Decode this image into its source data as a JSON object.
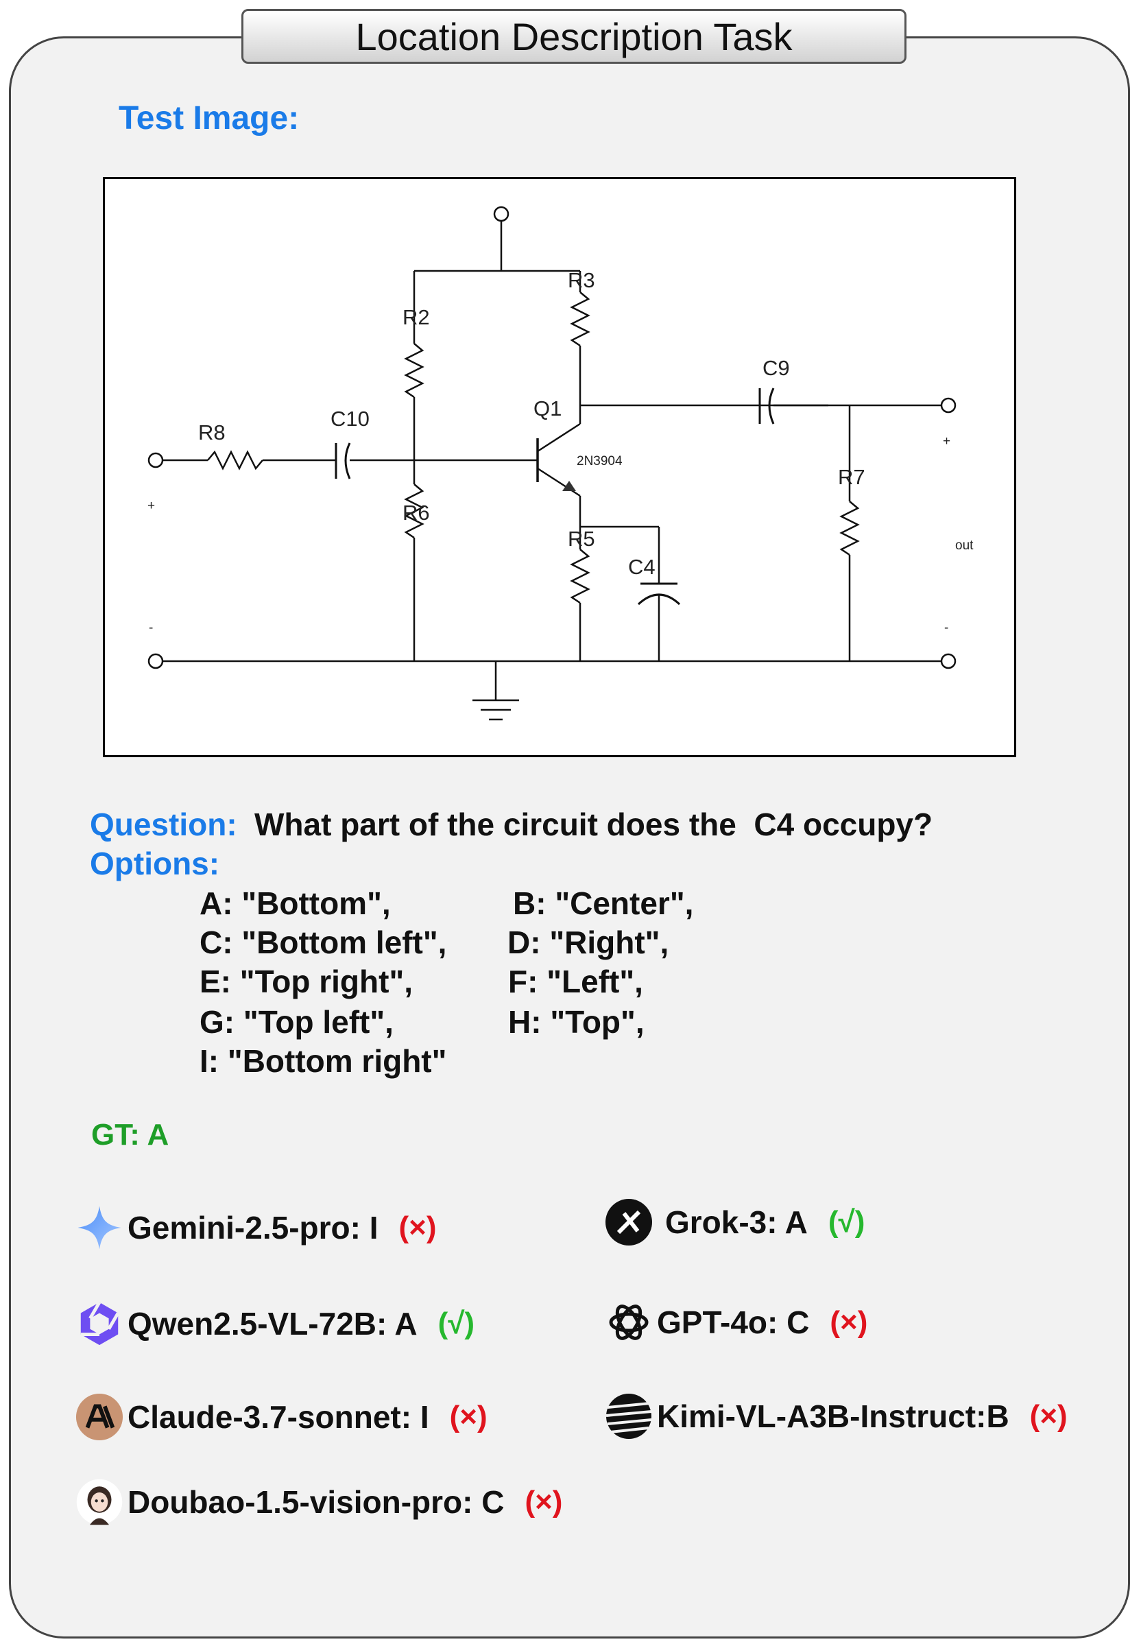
{
  "title": "Location Description Task",
  "test_image_label": "Test Image:",
  "circuit": {
    "labels": [
      "R8",
      "C10",
      "R2",
      "R6",
      "R3",
      "Q1",
      "2N3904",
      "R5",
      "C4",
      "C9",
      "R7",
      "out",
      "+",
      "-",
      "+",
      "-"
    ]
  },
  "question": {
    "label": "Question:",
    "text": "What part of the circuit does the  C4 occupy?"
  },
  "options_label": "Options:",
  "options": [
    "A: \"Bottom\",",
    "B: \"Center\",",
    "C: \"Bottom left\",",
    "D: \"Right\",",
    "E: \"Top right\",",
    "F: \"Left\",",
    "G: \"Top left\",",
    "H: \"Top\",",
    "I: \"Bottom right\""
  ],
  "gt": "GT: A",
  "models": [
    {
      "name": "Gemini-2.5-pro: I",
      "mark": "(×)",
      "icon": "gemini-icon"
    },
    {
      "name": "Grok-3: A",
      "mark": "(√)",
      "icon": "grok-icon"
    },
    {
      "name": "Qwen2.5-VL-72B: A",
      "mark": "(√)",
      "icon": "qwen-icon"
    },
    {
      "name": "GPT-4o: C",
      "mark": "(×)",
      "icon": "openai-icon"
    },
    {
      "name": "Claude-3.7-sonnet: I",
      "mark": "(×)",
      "icon": "anthropic-icon"
    },
    {
      "name": "Kimi-VL-A3B-Instruct:B",
      "mark": "(×)",
      "icon": "kimi-icon"
    },
    {
      "name": "Doubao-1.5-vision-pro: C",
      "mark": "(×)",
      "icon": "doubao-icon"
    }
  ],
  "colors": {
    "label_blue": "#1a7be8",
    "gt_green": "#1e9e28",
    "wrong_red": "#e0141e",
    "right_green": "#26b82e"
  }
}
